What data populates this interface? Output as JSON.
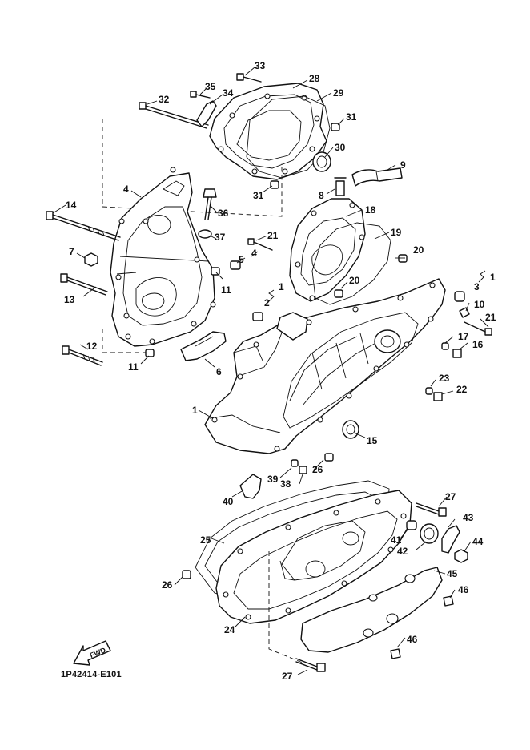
{
  "diagram": {
    "code": "1P42414-E101",
    "fwd_label": "FWD",
    "callouts": [
      "33",
      "28",
      "35",
      "34",
      "29",
      "32",
      "31",
      "30",
      "31",
      "9",
      "8",
      "4",
      "36",
      "18",
      "14",
      "37",
      "21",
      "19",
      "7",
      "5",
      "4",
      "20",
      "11",
      "20",
      "1",
      "2",
      "1",
      "3",
      "1",
      "13",
      "10",
      "21",
      "17",
      "12",
      "16",
      "11",
      "6",
      "23",
      "22",
      "1",
      "15",
      "26",
      "39",
      "38",
      "40",
      "27",
      "43",
      "25",
      "41",
      "42",
      "44",
      "45",
      "26",
      "46",
      "24",
      "46",
      "27"
    ]
  }
}
